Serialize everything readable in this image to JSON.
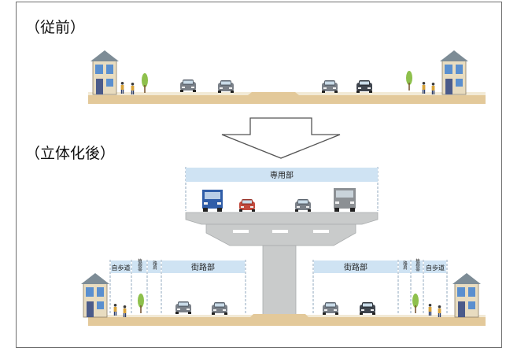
{
  "before": {
    "label": "（従前）"
  },
  "after": {
    "label": "（立体化後）"
  },
  "labels": {
    "exclusive": "専用部",
    "street": "街路部",
    "sidewalk": "自歩道",
    "planting": "植樹帯",
    "shoulder": "路肩"
  },
  "colors": {
    "ground": "#e3c99a",
    "ground_band": "#f2ead6",
    "concrete": "#c9cbcb",
    "concrete_dark": "#a9acad",
    "label_band": "#cfe3f3",
    "dashed_line": "#8fa7bd",
    "arrow": "#555555"
  },
  "icons": {
    "house": "house-icon",
    "tree": "tree-icon",
    "pedestrian": "pedestrian-icon",
    "car": "car-icon",
    "truck": "truck-icon"
  }
}
